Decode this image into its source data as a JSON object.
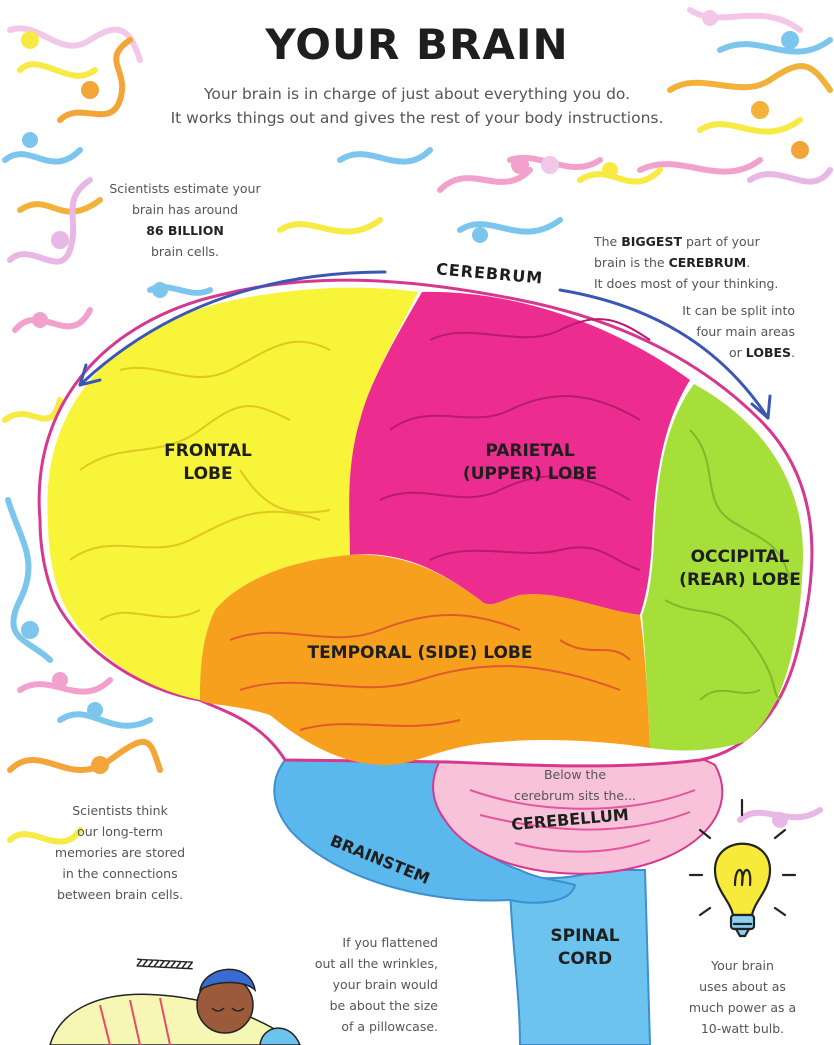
{
  "page": {
    "title": "YOUR BRAIN",
    "intro": [
      "Your brain is in charge of just about everything you do.",
      "It works things out and gives the rest of your body instructions."
    ]
  },
  "notes": {
    "cells": {
      "line1": "Scientists estimate your",
      "line2": "brain has around",
      "bold": "86 BILLION",
      "line3": "brain cells."
    },
    "cerebrum": {
      "pre": "The",
      "bold1": "BIGGEST",
      "mid1": "part of your",
      "mid2": "brain is the",
      "bold2": "CEREBRUM",
      "mid3": ".",
      "line3": "It does most of your thinking.",
      "line4": "It can be split into",
      "line5": "four main areas",
      "pre6": "or",
      "bold3": "LOBES",
      "post6": "."
    },
    "memory": [
      "Scientists think",
      "our long-term",
      "memories are stored",
      "in the connections",
      "between brain cells."
    ],
    "wrinkles": [
      "If you flattened",
      "out all the wrinkles,",
      "your brain would",
      "be about the size",
      "of a pillowcase."
    ],
    "power": [
      "Your brain",
      "uses about as",
      "much power as a",
      "10-watt bulb."
    ],
    "cerebellum_intro": [
      "Below the",
      "cerebrum sits the..."
    ],
    "sleep": "ZZZZZZZZZZ"
  },
  "labels": {
    "cerebrum": "CEREBRUM",
    "frontal": [
      "FRONTAL",
      "LOBE"
    ],
    "parietal": [
      "PARIETAL",
      "(UPPER) LOBE"
    ],
    "occipital": [
      "OCCIPITAL",
      "(REAR) LOBE"
    ],
    "temporal": "TEMPORAL (SIDE) LOBE",
    "cerebellum": "CEREBELLUM",
    "brainstem": "BRAINSTEM",
    "spinal": [
      "SPINAL",
      "CORD"
    ]
  },
  "colors": {
    "frontal": "#f7f43a",
    "parietal": "#ec2d8f",
    "occipital": "#a6de3a",
    "temporal": "#f6a01e",
    "cerebellum": "#f8c3d8",
    "brainstem": "#5ab8ec",
    "spinal": "#6cc4ee",
    "outline": "#d6388f",
    "arrow": "#3b57b5"
  },
  "icons": [
    "neuron-doodle-icon",
    "arrow-left-icon",
    "arrow-right-icon",
    "light-bulb-icon",
    "sleeping-child-icon"
  ]
}
